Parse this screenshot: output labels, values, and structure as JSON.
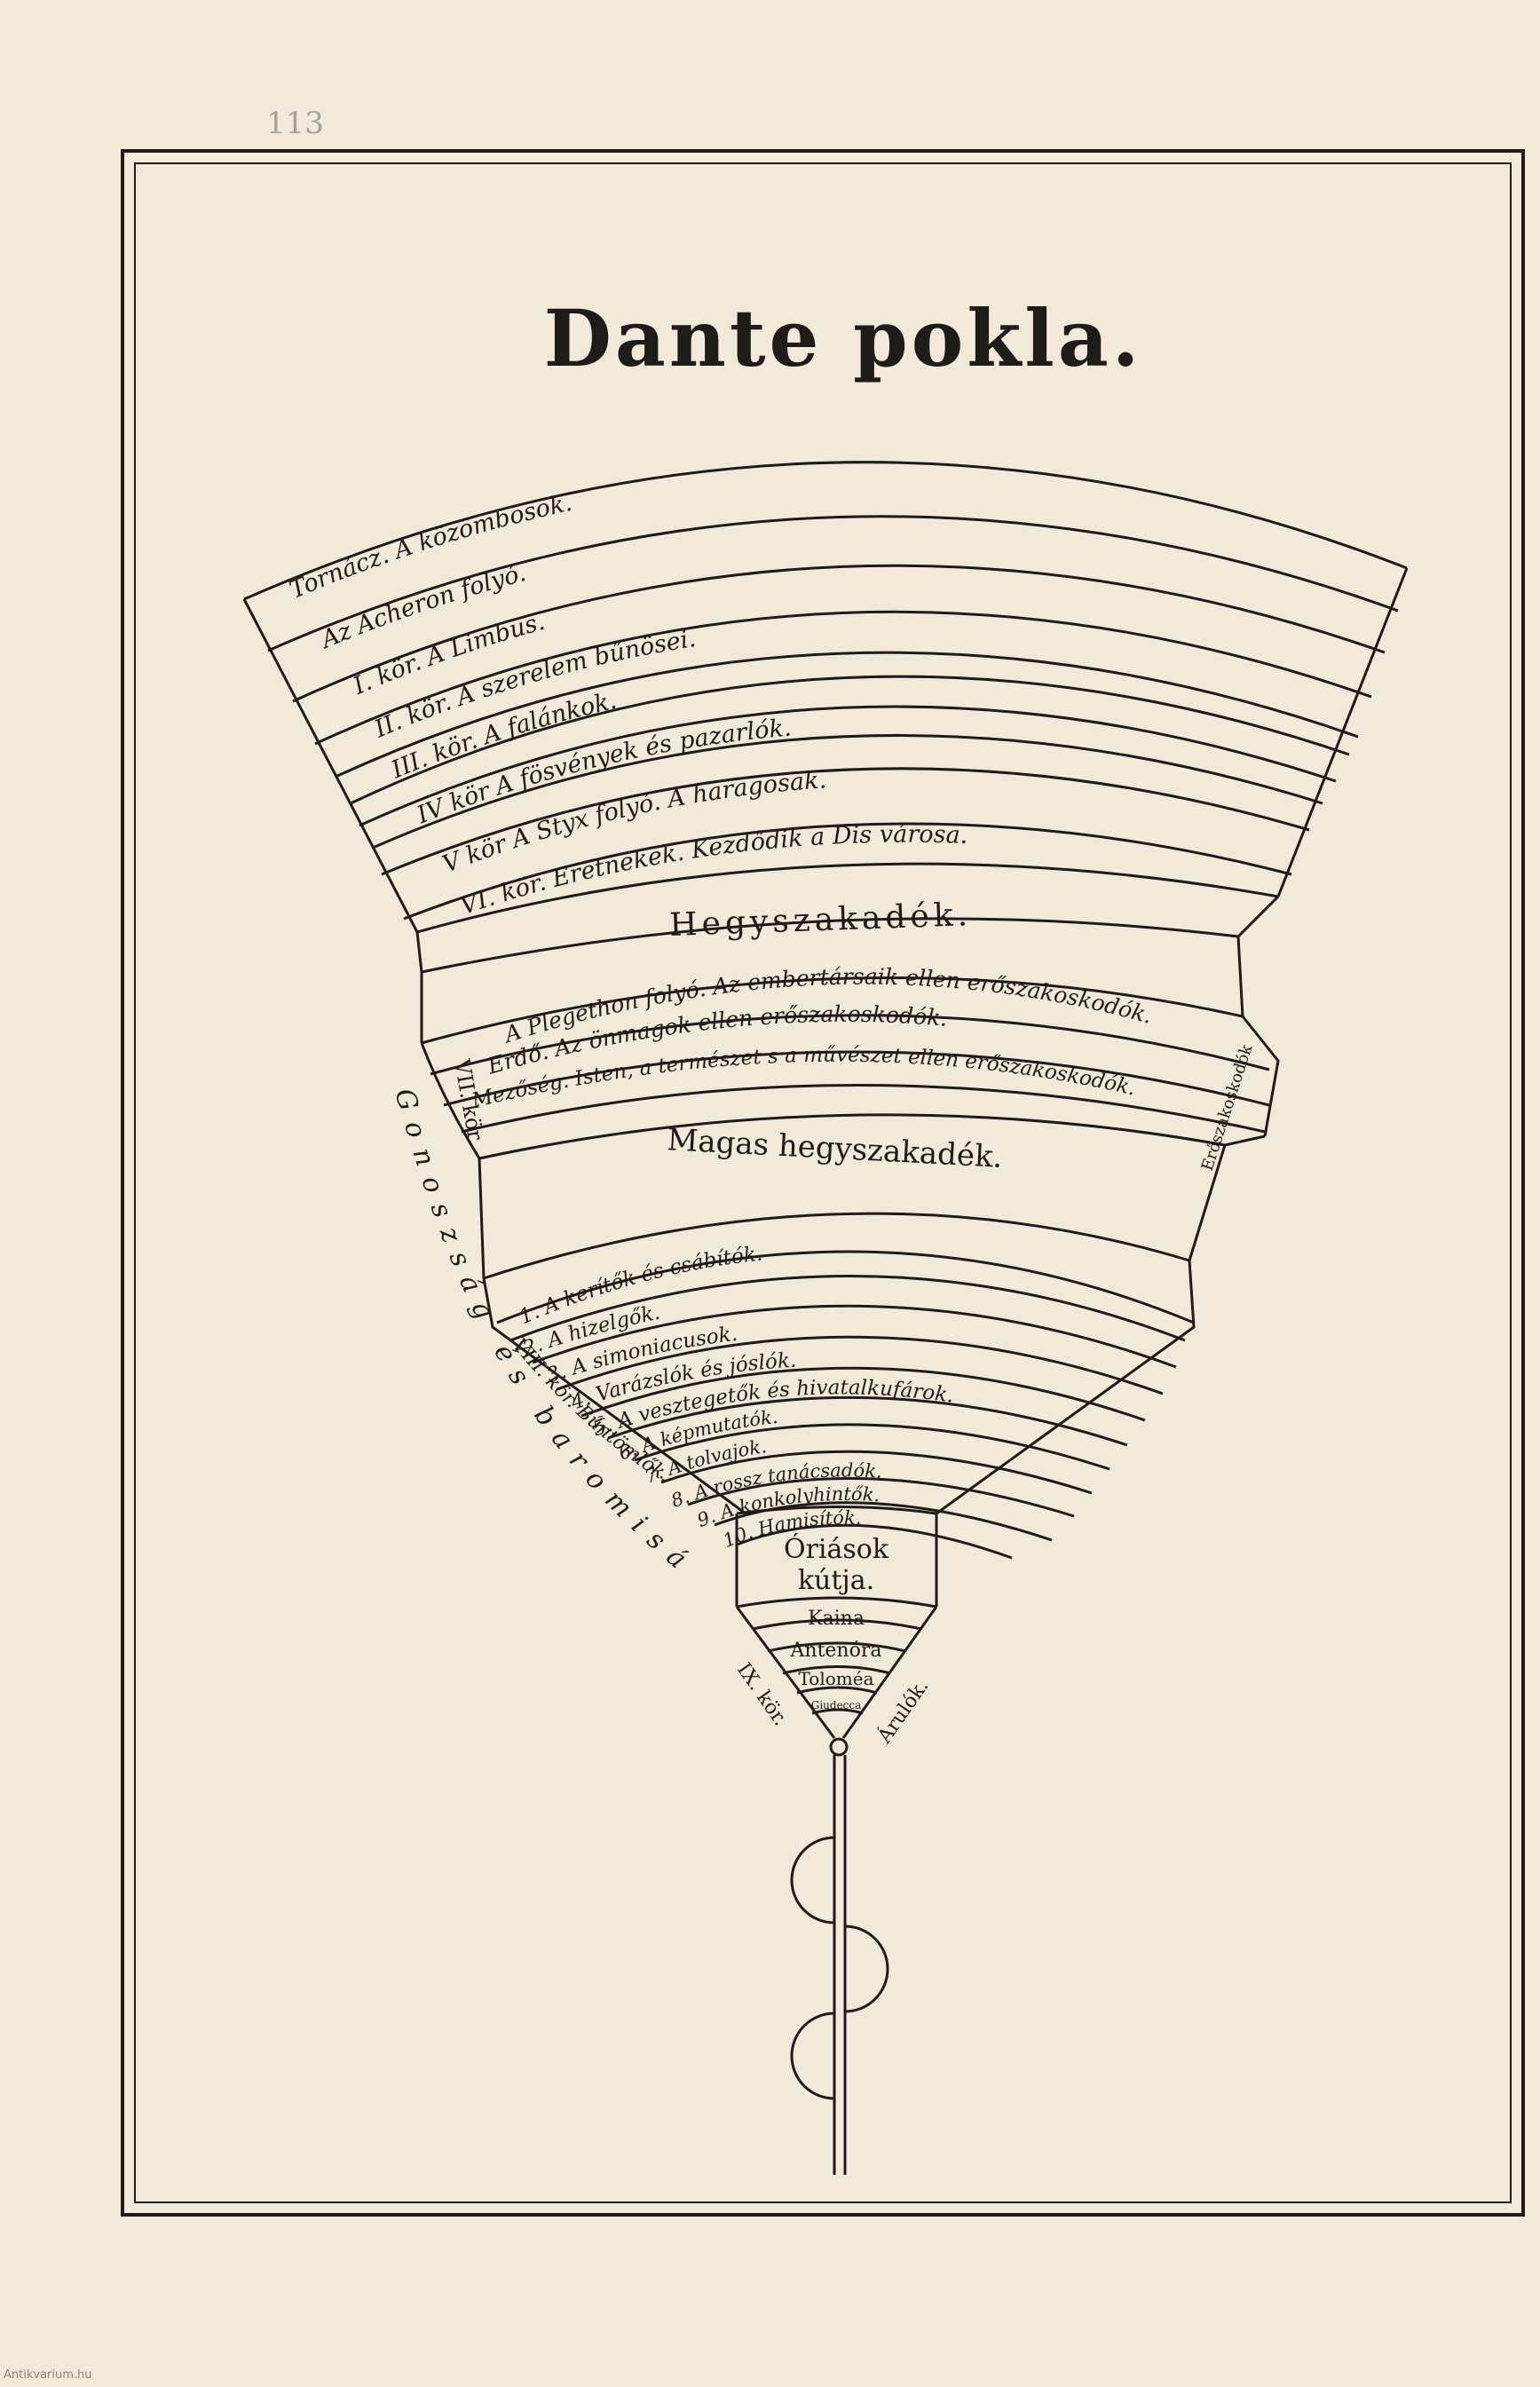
{
  "page_number": "113",
  "title": "Dante pokla.",
  "circle_labels": {
    "vestibule": "Tornácz. A közömbösök.",
    "acheron": "Az Acheron folyó.",
    "c1": "I. kör. A Limbus.",
    "c2": "II. kör. A szerelem bűnösei.",
    "c3": "III. kör. A falánkok.",
    "c4": "IV kör A fösvények és pazarlók.",
    "c5": "V kör A Styx folyó. A haragosak.",
    "c6": "VI. kör. Eretnekek. Kezdődik a Dis városa."
  },
  "cliff_1": "Hegyszakadék.",
  "circle7": {
    "roman": "VII. kör.",
    "r1": "A Plegethon folyó. Az embertársaik ellen erőszakoskodók.",
    "r2": "Erdő. Az önmagok ellen erőszakoskodók.",
    "r3": "Mezőség. Isten, a természet s a művészet ellen erőszakoskodók.",
    "side": "Erőszakoskodók"
  },
  "cliff_2": "Magas hegyszakadék.",
  "circle8": {
    "roman": "VIII. kör. Bűntömlők.",
    "side": "Gonoszság és baromiság.",
    "bolgias": [
      "1. A kerítők és csábítók.",
      "2. A hizelgők.",
      "3. A simoniacusok.",
      "4. Varázslók és jóslók.",
      "5. A vesztegetők és hivatalkufárok.",
      "6. A képmutatók.",
      "7. A tolvajok.",
      "8. A rossz tanácsadók.",
      "9. A konkolyhintők.",
      "10. Hamisítók."
    ]
  },
  "well": {
    "line1": "Óriások",
    "line2": "kútja."
  },
  "circle9": {
    "roman": "IX. kör.",
    "side": "Árulók.",
    "zones": [
      "Kaina",
      "Antenóra",
      "Toloméa",
      "Giudecca"
    ]
  },
  "watermark": "Antikvarium.hu"
}
